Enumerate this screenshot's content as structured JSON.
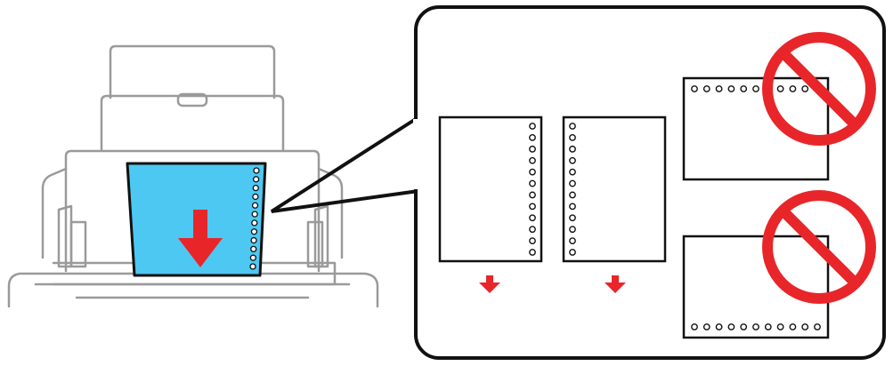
{
  "colors": {
    "paper": "#4dc8f2",
    "arrow": "#e8262a",
    "prohibit": "#e8262a",
    "printer_line": "#9a9a9a",
    "outline": "#111111",
    "background": "#ffffff"
  },
  "icons": [
    "printer-icon",
    "paper-sheet-icon",
    "load-direction-arrow-icon",
    "punched-hole-icon",
    "prohibited-icon"
  ],
  "callout": {
    "examples": [
      {
        "id": "ok-holes-right",
        "status": "allowed",
        "hole_side": "right",
        "hole_count": 12
      },
      {
        "id": "ok-holes-left",
        "status": "allowed",
        "hole_side": "left",
        "hole_count": 12
      },
      {
        "id": "ng-holes-top",
        "status": "prohibited",
        "hole_side": "top",
        "hole_count": 11
      },
      {
        "id": "ng-holes-bottom",
        "status": "prohibited",
        "hole_side": "bottom",
        "hole_count": 11
      }
    ]
  }
}
